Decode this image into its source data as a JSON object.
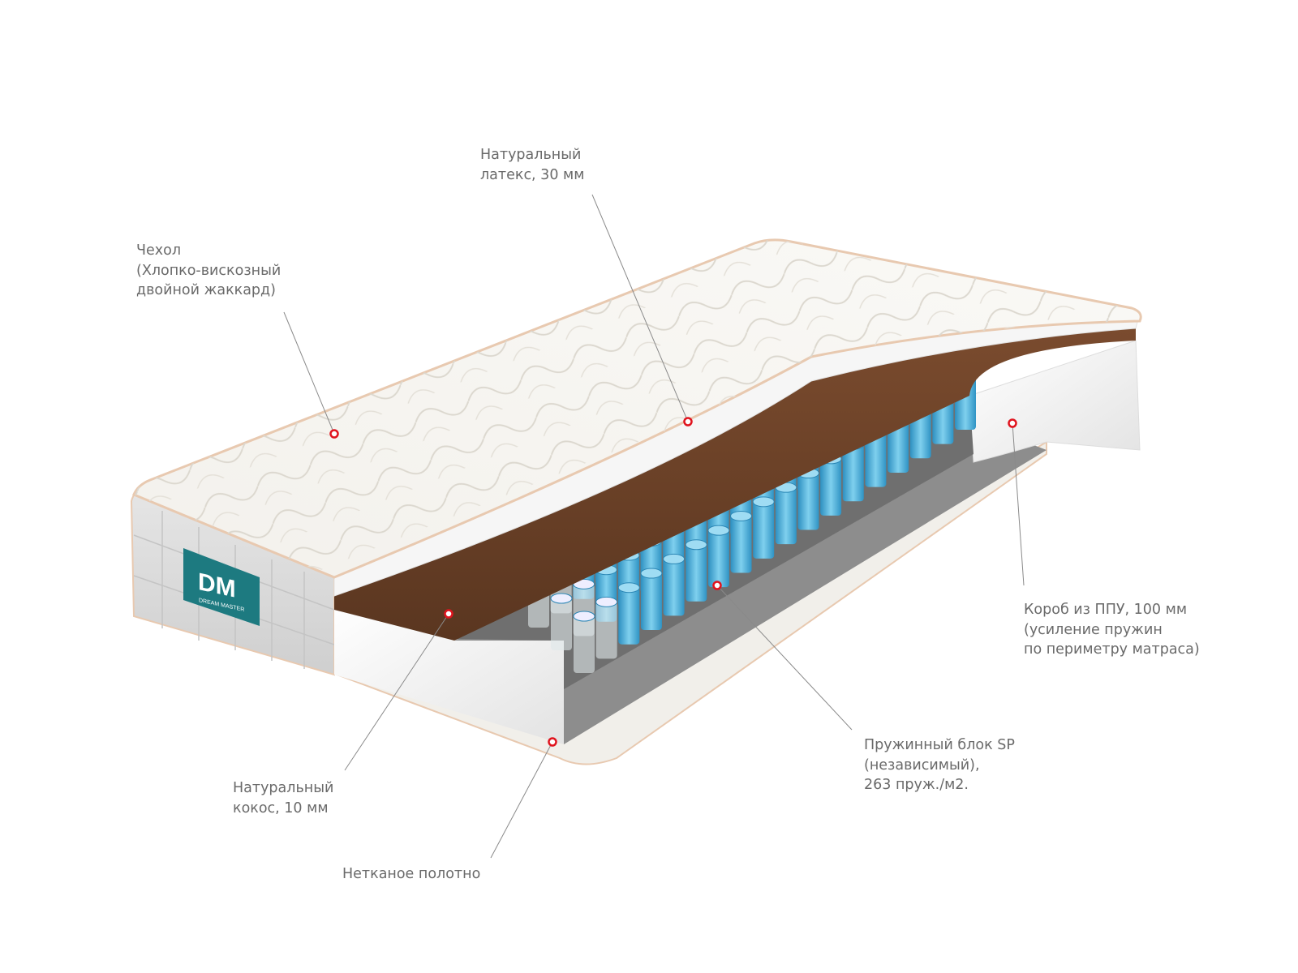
{
  "brand": {
    "logo_text": "DM",
    "logo_subtext": "DREAM MASTER",
    "color": "#1d7a80"
  },
  "colors": {
    "text": "#6a6a6a",
    "marker": "#e0141e",
    "spring": "#4fb3d9",
    "coconut": "#6b4127"
  },
  "callouts": [
    {
      "id": "cover",
      "lines": [
        "Чехол",
        "(Хлопко-вискозный",
        "двойной жаккард)"
      ]
    },
    {
      "id": "latex",
      "lines": [
        "Натуральный",
        "латекс, 30 мм"
      ]
    },
    {
      "id": "foam-box",
      "lines": [
        "Короб из ППУ, 100 мм",
        "(усиление пружин",
        "по периметру матраса)"
      ]
    },
    {
      "id": "spring-block",
      "lines": [
        "Пружинный блок SP",
        "(независимый),",
        "263 пруж./м2."
      ]
    },
    {
      "id": "coconut",
      "lines": [
        "Натуральный",
        "кокос, 10 мм"
      ]
    },
    {
      "id": "nonwoven",
      "lines": [
        "Нетканое полотно"
      ]
    }
  ]
}
